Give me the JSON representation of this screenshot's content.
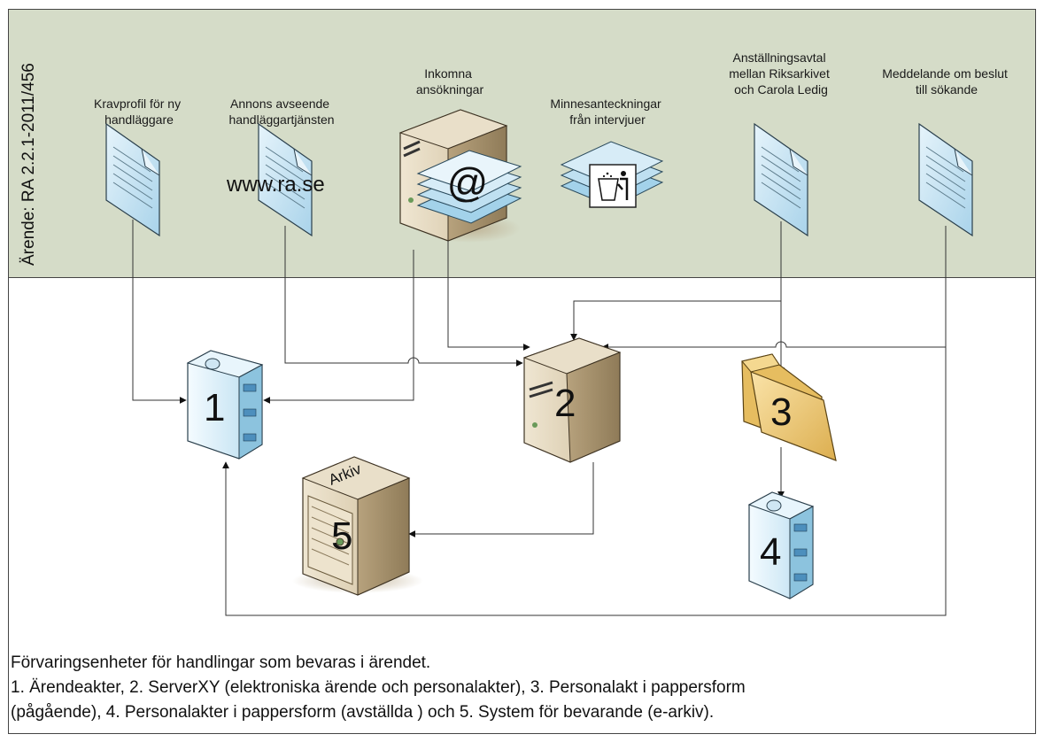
{
  "case_ref": "Ärende: RA 2.2.1-2011/456",
  "documents": {
    "kravprofil": [
      "Kravprofil för ny",
      "handläggare"
    ],
    "annons": [
      "Annons avseende",
      "handläggartjänsten"
    ],
    "ansokningar": [
      "Inkomna",
      "ansökningar"
    ],
    "minnes": [
      "Minnesanteckningar",
      "från intervjuer"
    ],
    "avtal": [
      "Anställningsavtal",
      "mellan Riksarkivet",
      "och Carola Ledig"
    ],
    "beslut": [
      "Meddelande om beslut",
      "till sökande"
    ]
  },
  "web_label": "www.ra.se",
  "email_symbol": "@",
  "units": {
    "u1": "1",
    "u2": "2",
    "u3": "3",
    "u4": "4",
    "u5": "5",
    "archive_label": "Arkiv"
  },
  "caption": {
    "line1": "Förvaringsenheter för handlingar som bevaras i ärendet.",
    "line2": "1. Ärendeakter, 2. ServerXY (elektroniska ärende och personalakter), 3. Personalakt i pappersform",
    "line3": "(pågående), 4. Personalakter i pappersform (avställda ) och 5. System för bevarande (e-arkiv)."
  },
  "colors": {
    "top_panel": "#d5dcc8",
    "document_fill": "#cbe6f4",
    "server_fill": "#ddd0b4",
    "folder_fill": "#f0cd78",
    "cabinet_fill": "#cde7f3"
  }
}
